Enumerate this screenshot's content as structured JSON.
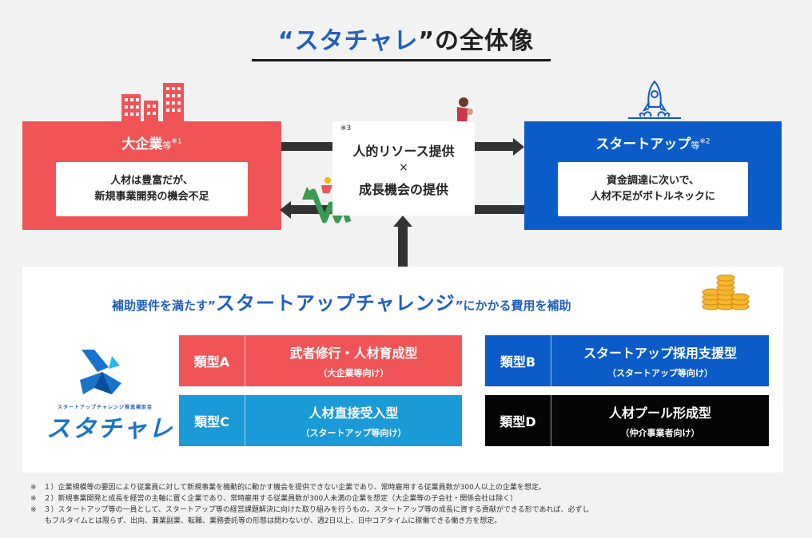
{
  "title": {
    "quote_open": "“",
    "keyword": "スタチャレ",
    "rest": "”の全体像"
  },
  "left_box": {
    "title": "大企業",
    "title_suffix": "等",
    "note_mark": "※1",
    "line1": "人材は豊富だが、",
    "line2": "新規事業開発の機会不足",
    "color": "#f05456"
  },
  "right_box": {
    "title": "スタートアップ",
    "title_suffix": "等",
    "note_mark": "※2",
    "line1": "資金調達に次いで、",
    "line2": "人材不足がボトルネックに",
    "color": "#0b5bc8"
  },
  "center_box": {
    "note_mark": "※3",
    "line1": "人的リソース提供",
    "line2": "×",
    "line3": "成長機会の提供"
  },
  "subsidy": {
    "prefix": "補助要件を満たす”",
    "program": "スタートアップチャレンジ",
    "suffix": "”にかかる費用を補助"
  },
  "types": {
    "a": {
      "tag": "類型A",
      "name": "武者修行・人材育成型",
      "target": "（大企業等向け）"
    },
    "b": {
      "tag": "類型B",
      "name": "スタートアップ採用支援型",
      "target": "（スタートアップ等向け）"
    },
    "c": {
      "tag": "類型C",
      "name": "人材直接受入型",
      "target": "（スタートアップ等向け）"
    },
    "d": {
      "tag": "類型D",
      "name": "人材プール形成型",
      "target": "（仲介事業者向け）"
    }
  },
  "logo": {
    "subtitle": "スタートアップチャレンジ推進補助金",
    "name": "スタチャレ"
  },
  "notes": [
    "※　１）企業規模等の要因により従業員に対して新規事業を機動的に動かす機会を提供できない企業であり、常時雇用する従業員数が300人以上の企業を想定。",
    "※　２）新規事業開発と成長を経営の主軸に置く企業であり、常時雇用する従業員数が300人未満の企業を想定（大企業等の子会社・関係会社は除く）",
    "※　３）スタートアップ等の一員として、スタートアップ等の経営課題解決に向けた取り組みを行うもの。スタートアップ等の成長に資する貢献ができる形であれば、必ずし",
    "　　もフルタイムとは限らず、出向、兼業副業、転職、業務委託等の形態は問わないが、週2日以上、日中コアタイムに稼働できる働き方を想定。"
  ],
  "colors": {
    "red": "#f05456",
    "blue": "#0b5bc8",
    "lightblue": "#1a9ad6",
    "black": "#050505",
    "accent": "#1f5fbf"
  },
  "icons": {
    "buildings": "buildings-icon",
    "rocket": "rocket-icon",
    "person_walking": "person-walking-icon",
    "growth_arrow": "growth-arrow-icon",
    "coins": "coins-icon"
  }
}
